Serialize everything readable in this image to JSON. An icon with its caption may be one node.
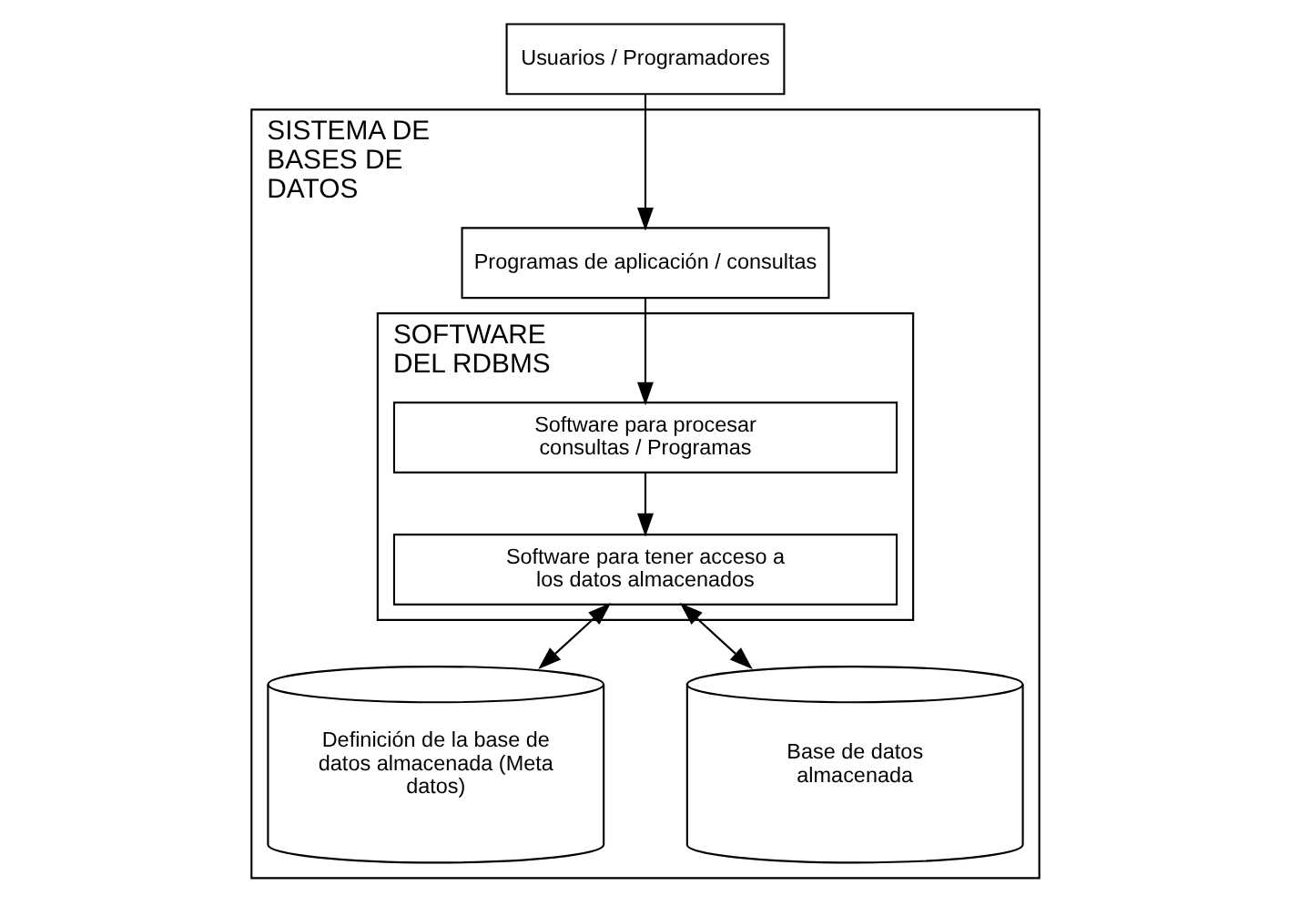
{
  "diagram": {
    "nodes": [
      {
        "text": [
          "Usuarios / Programadores"
        ]
      },
      {
        "text": [
          "SISTEMA DE BASES DE DATOS"
        ]
      },
      {
        "text": [
          "Programas de aplicación / consultas"
        ],
        "in": 1
      },
      {
        "text": [
          "SOFTWARE DEL RDBMS"
        ],
        "in": 1
      },
      {
        "text": [
          "Software para procesar consultas / Programas"
        ],
        "in": 3
      },
      {
        "text": [
          "Software para tener acceso a los datos almacenados"
        ],
        "in": 3
      },
      {
        "text": [
          "Definición de la base de datos almacenada (Meta datos)"
        ],
        "in": 1
      },
      {
        "text": [
          "Base de datos almacenada"
        ],
        "in": 1
      }
    ],
    "edges": [
      {
        "from": 0,
        "to": 2,
        "arrow": "to"
      },
      {
        "from": 2,
        "to": 4,
        "arrow": "to"
      },
      {
        "from": 4,
        "to": 5,
        "arrow": "to"
      },
      {
        "from": 5,
        "to": 6,
        "arrow": "both"
      },
      {
        "from": 5,
        "to": 7,
        "arrow": "both"
      }
    ]
  }
}
